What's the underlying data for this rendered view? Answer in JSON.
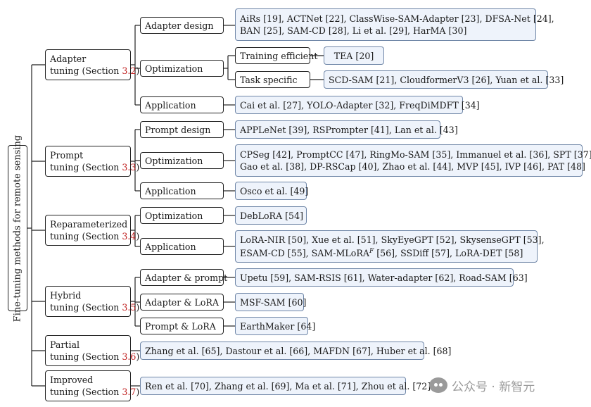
{
  "root": "Fine-tuning methods for remote sensing",
  "categories": [
    {
      "name_l1": "Adapter",
      "name_l2": "tuning (Section ",
      "section": "3.2",
      "close": ")",
      "children": [
        {
          "label": "Adapter design",
          "refs": [
            "AiRs [19], ACTNet [22], ClassWise-SAM-Adapter [23], DFSA-Net [24],",
            "BAN [25], SAM-CD [28], Li et al. [29], HarMA [30]"
          ]
        },
        {
          "label": "Optimization",
          "subs": [
            {
              "label": "Training efficient",
              "refs": [
                "TEA [20]"
              ]
            },
            {
              "label": "Task specific",
              "refs": [
                "SCD-SAM [21], CloudformerV3 [26], Yuan et al. [33]"
              ]
            }
          ]
        },
        {
          "label": "Application",
          "refs": [
            "Cai et al. [27], YOLO-Adapter [32], FreqDiMDFT [34]"
          ]
        }
      ]
    },
    {
      "name_l1": "Prompt",
      "name_l2": "tuning (Section ",
      "section": "3.3",
      "close": ")",
      "children": [
        {
          "label": "Prompt design",
          "refs": [
            "APPLeNet [39], RSPrompter [41], Lan et al. [43]"
          ]
        },
        {
          "label": "Optimization",
          "refs": [
            "CPSeg [42], PromptCC [47], RingMo-SAM [35], Immanuel  et al. [36], SPT [37],",
            "Gao et al. [38], DP-RSCap [40], Zhao et al. [44], MVP [45], IVP [46], PAT [48]"
          ]
        },
        {
          "label": "Application",
          "refs": [
            "Osco et al. [49]"
          ]
        }
      ]
    },
    {
      "name_l1": "Reparameterized",
      "name_l2": "tuning (Section ",
      "section": "3.4",
      "close": ")",
      "children": [
        {
          "label": "Optimization",
          "refs": [
            "DebLoRA [54]"
          ]
        },
        {
          "label": "Application",
          "refs": [
            "LoRA-NIR [50], Xue et al. [51], SkyEyeGPT [52], SkysenseGPT [53],",
            "ESAM-CD [55], SAM-MLoRA",
            "F",
            " [56], SSDiff [57], LoRA-DET [58]"
          ]
        }
      ]
    },
    {
      "name_l1": "Hybrid",
      "name_l2": "tuning (Section ",
      "section": "3.5",
      "close": ")",
      "children": [
        {
          "label": "Adapter & prompt",
          "refs": [
            "Upetu [59], SAM-RSIS [61], Water-adapter [62], Road-SAM [63]"
          ]
        },
        {
          "label": "Adapter & LoRA",
          "refs": [
            "MSF-SAM [60]"
          ]
        },
        {
          "label": "Prompt & LoRA",
          "refs": [
            "EarthMaker [64]"
          ]
        }
      ]
    },
    {
      "name_l1": "Partial",
      "name_l2": "tuning (Section ",
      "section": "3.6",
      "close": ")",
      "refs": [
        "Zhang et al. [65], Dastour et al. [66], MAFDN [67], Huber et al. [68]"
      ]
    },
    {
      "name_l1": "Improved",
      "name_l2": "tuning (Section ",
      "section": "3.7",
      "close": ")",
      "refs": [
        "Ren et al. [70], Zhang et al. [69], Ma et al. [71], Zhou et al. [72]"
      ]
    }
  ],
  "watermark": {
    "text": "公众号 · 新智元",
    "icon": "wechat-icon"
  }
}
